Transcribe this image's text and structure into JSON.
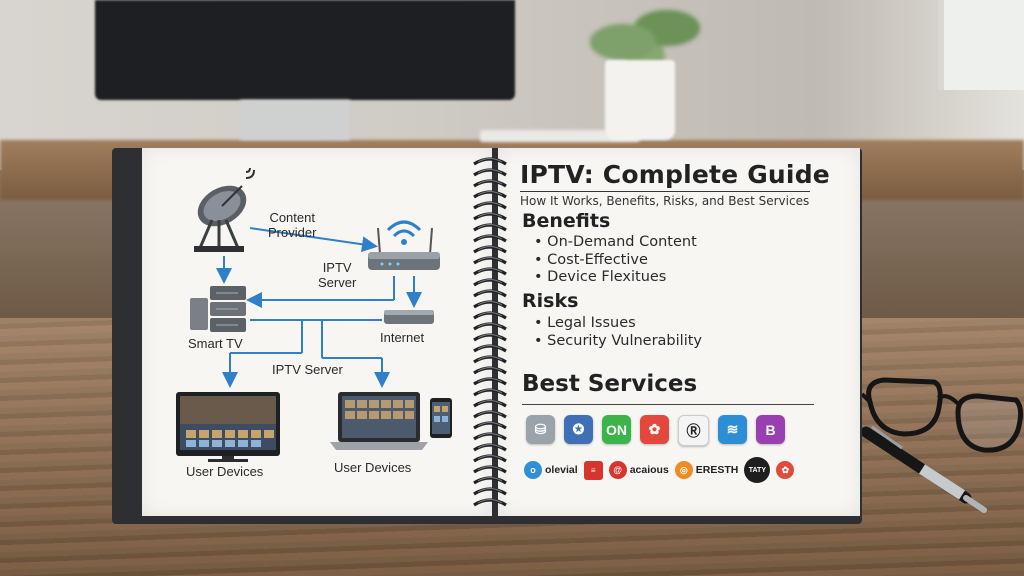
{
  "diagram": {
    "labels": {
      "content_provider": "Content\nProvider",
      "iptv_server_top": "IPTV\nServer",
      "smart_tv": "Smart TV",
      "internet": "Internet",
      "iptv_server_mid": "IPTV Server",
      "user_devices_left": "User Devices",
      "user_devices_right": "User Devices"
    }
  },
  "guide": {
    "title": "IPTV: Complete Guide",
    "subtitle": "How It Works, Benefits, Risks, and Best Services",
    "benefits_heading": "Benefits",
    "benefits": [
      "On-Demand Content",
      "Cost-Effective",
      "Device Flexitues"
    ],
    "risks_heading": "Risks",
    "risks": [
      "Legal Issues",
      "Security Vulnerability"
    ],
    "best_services_heading": "Best Services",
    "service_icons": [
      {
        "icon": "stack-icon",
        "color": "#9aa3ab",
        "glyph": "⛁"
      },
      {
        "icon": "globe-icon",
        "color": "#3f6fb5",
        "glyph": "✪"
      },
      {
        "icon": "on-icon",
        "color": "#3bb54a",
        "glyph": "ON"
      },
      {
        "icon": "flower-icon",
        "color": "#e4473b",
        "glyph": "✿"
      },
      {
        "icon": "r-icon",
        "color": "#f4f4f4",
        "glyph": "Ⓡ"
      },
      {
        "icon": "chat-icon",
        "color": "#2c8fd6",
        "glyph": "≋"
      },
      {
        "icon": "b-icon",
        "color": "#9a3fb0",
        "glyph": "B"
      }
    ],
    "service_logos": [
      {
        "mark": "o",
        "color": "#2f8fd8",
        "text": "olevial",
        "shape": "dot"
      },
      {
        "mark": "≡",
        "color": "#d6342c",
        "text": "",
        "shape": "sq"
      },
      {
        "mark": "@",
        "color": "#d6342c",
        "text": "acaious",
        "shape": "dot"
      },
      {
        "mark": "◎",
        "color": "#f08a24",
        "text": "ERESTH",
        "shape": "dot"
      },
      {
        "mark": "TATY",
        "color": "#1e1e1e",
        "text": "",
        "shape": "dot"
      },
      {
        "mark": "✿",
        "color": "#e24b3b",
        "text": "",
        "shape": "dot"
      }
    ]
  }
}
